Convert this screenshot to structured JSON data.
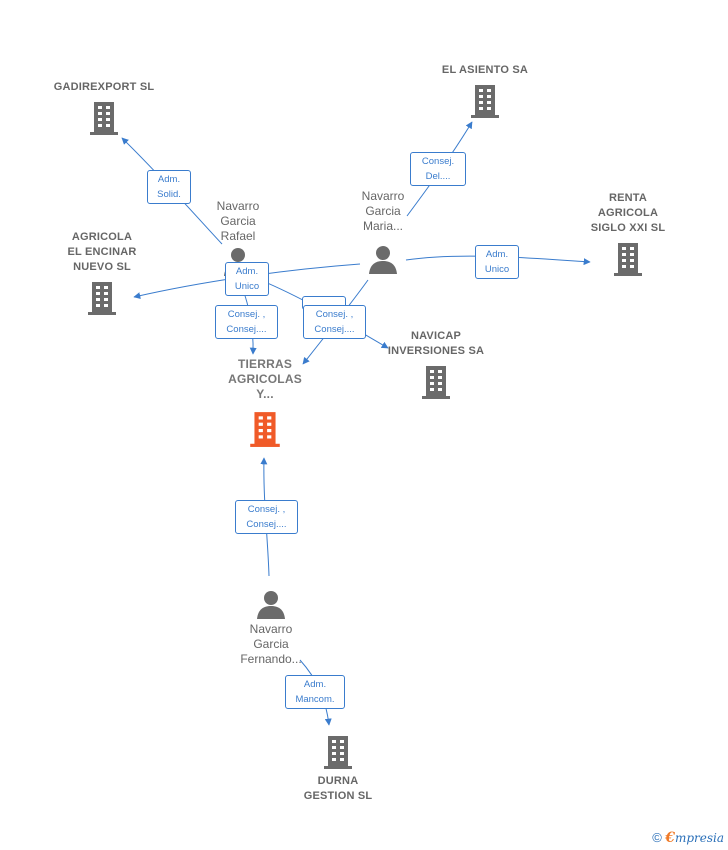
{
  "colors": {
    "edge": "#3a7ccd",
    "company_icon": "#6b6b6b",
    "main_company_icon": "#f05a28",
    "person_icon": "#6b6b6b"
  },
  "nodes": {
    "gadirexport": {
      "label": "GADIREXPORT SL",
      "icon": "building-icon"
    },
    "el_asiento": {
      "label": "EL ASIENTO SA",
      "icon": "building-icon"
    },
    "renta_agricola": {
      "label": "RENTA\nAGRICOLA\nSIGLO XXI  SL",
      "icon": "building-icon"
    },
    "agricola_encinar": {
      "label": "AGRICOLA\nEL ENCINAR\nNUEVO SL",
      "icon": "building-icon"
    },
    "navicap": {
      "label": "NAVICAP\nINVERSIONES SA",
      "icon": "building-icon"
    },
    "tierras": {
      "label": "TIERRAS\nAGRICOLAS\nY...",
      "icon": "building-icon"
    },
    "durna": {
      "label": "DURNA\nGESTION  SL",
      "icon": "building-icon"
    },
    "rafael": {
      "label": "Navarro\nGarcia\nRafael",
      "icon": "person-icon"
    },
    "maria": {
      "label": "Navarro\nGarcia\nMaria...",
      "icon": "person-icon"
    },
    "fernando": {
      "label": "Navarro\nGarcia\nFernando...",
      "icon": "person-icon"
    }
  },
  "edge_labels": {
    "rafael_gadirexport": "Adm.\nSolid.",
    "maria_el_asiento": "Consej.\nDel....",
    "maria_renta": "Adm.\nUnico",
    "agricola_encinar": "Adm.\nUnico",
    "rafael_tierras": "Consej. ,\nConsej....",
    "maria_tierras": "Consej. ,\nConsej....",
    "fernando_tierras": "Consej. ,\nConsej....",
    "fernando_durna": "Adm.\nMancom."
  },
  "footer": {
    "copyright_symbol": "©",
    "brand_initial": "€",
    "brand_rest": "mpresia"
  }
}
